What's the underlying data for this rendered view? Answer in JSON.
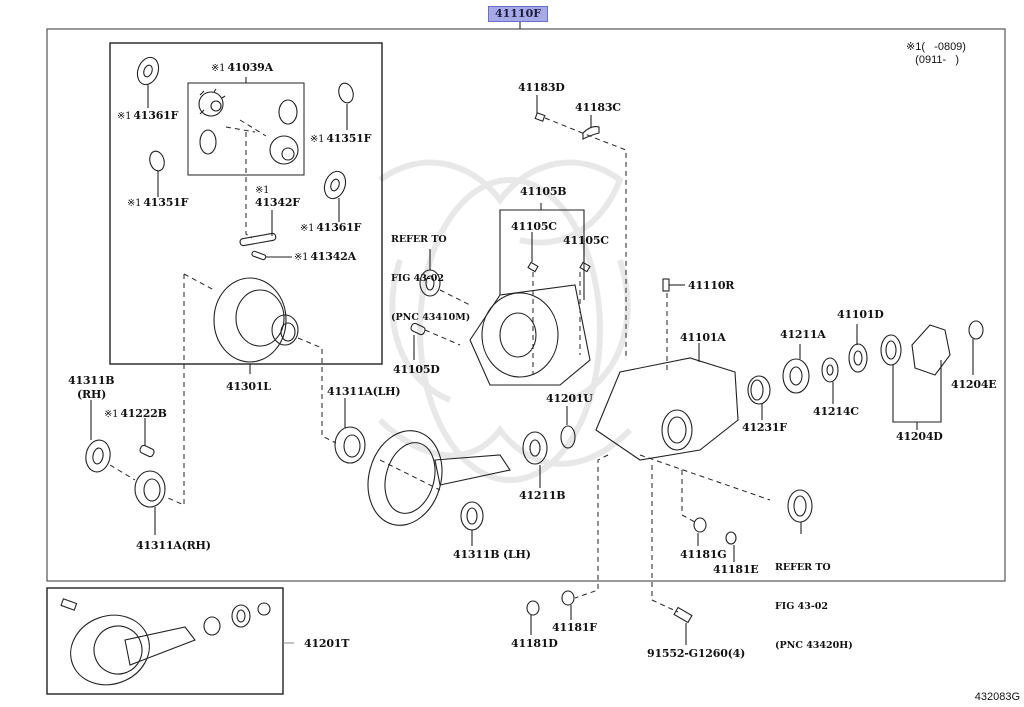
{
  "diagram": {
    "assembly_part": "41110F",
    "figure_number": "432083G",
    "legend": {
      "marker": "※1",
      "line1": "※1(   -0809)",
      "line2": "   (0911-   )"
    },
    "parts": {
      "p41039A": {
        "mark": "※1",
        "code": "41039A"
      },
      "p41361F_a": {
        "mark": "※1",
        "code": "41361F"
      },
      "p41351F_a": {
        "mark": "※1",
        "code": "41351F"
      },
      "p41351F_b": {
        "mark": "※1",
        "code": "41351F"
      },
      "p41342F": {
        "mark": "※1",
        "code": "41342F"
      },
      "p41361F_b": {
        "mark": "※1",
        "code": "41361F"
      },
      "p41342A": {
        "mark": "※1",
        "code": "41342A"
      },
      "p41301L": {
        "code": "41301L"
      },
      "p41311B_rh": {
        "code": "41311B",
        "side": "(RH)"
      },
      "p41222B": {
        "mark": "※1",
        "code": "41222B"
      },
      "p41311A_rh": {
        "code": "41311A(RH)"
      },
      "p41311A_lh": {
        "code": "41311A(LH)"
      },
      "p41183D": {
        "code": "41183D"
      },
      "p41183C": {
        "code": "41183C"
      },
      "p41105B": {
        "code": "41105B"
      },
      "p41105C_a": {
        "code": "41105C"
      },
      "p41105C_b": {
        "code": "41105C"
      },
      "p41105D": {
        "code": "41105D"
      },
      "p41110R": {
        "code": "41110R"
      },
      "p41101A": {
        "code": "41101A"
      },
      "p41211A": {
        "code": "41211A"
      },
      "p41101D": {
        "code": "41101D"
      },
      "p41204E": {
        "code": "41204E"
      },
      "p41214C": {
        "code": "41214C"
      },
      "p41231F": {
        "code": "41231F"
      },
      "p41204D": {
        "code": "41204D"
      },
      "p41201U": {
        "code": "41201U"
      },
      "p41211B": {
        "code": "41211B"
      },
      "p41311B_lh": {
        "code": "41311B (LH)"
      },
      "p41181G": {
        "code": "41181G"
      },
      "p41181E": {
        "code": "41181E"
      },
      "p41181F": {
        "code": "41181F"
      },
      "p41181D": {
        "code": "41181D"
      },
      "p91552": {
        "code": "91552-G1260(4)"
      },
      "p41201T": {
        "code": "41201T"
      }
    },
    "refer_notes": {
      "left": {
        "line1": "REFER TO",
        "line2": "FIG 43-02",
        "line3": "(PNC 43410M)"
      },
      "right": {
        "line1": "REFER TO",
        "line2": "FIG 43-02",
        "line3": "(PNC 43420H)"
      }
    }
  }
}
